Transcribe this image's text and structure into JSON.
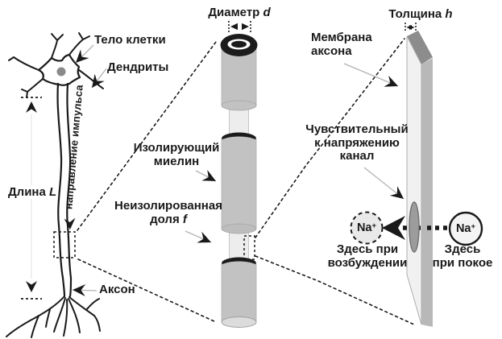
{
  "figure": {
    "title_semantics": "myelinated axon diagram (Russian)",
    "neuron": {
      "cell_body_label": "Тело клетки",
      "dendrites_label": "Дендриты",
      "length_label": "Длина ",
      "length_var": "L",
      "impulse_direction_label": "направление импульса",
      "axon_label": "Аксон"
    },
    "myelin": {
      "diameter_label": "Диаметр ",
      "diameter_var": "d",
      "insulating_line1": "Изолирующий",
      "insulating_line2": "миелин",
      "uninsulated_line1": "Неизолированная",
      "uninsulated_line2": "доля ",
      "uninsulated_var": "f"
    },
    "membrane": {
      "thickness_label": "Толщина ",
      "thickness_var": "h",
      "membrane_line1": "Мембрана",
      "membrane_line2": "аксона",
      "channel_line1": "Чувствительный",
      "channel_line2": "к напряжению",
      "channel_line3": "канал",
      "na_symbol": "Na",
      "na_charge": "+",
      "excited_line1": "Здесь при",
      "excited_line2": "возбуждении",
      "rest_line1": "Здесь",
      "rest_line2": "при покое"
    },
    "colors": {
      "ink": "#1a1a1a",
      "leader": "#b3b3b3",
      "myelin-gray": "#c2c2c2",
      "myelin-rim": "#1c1c1c",
      "axon-core": "#ededed",
      "slab-front": "#f1f1f1",
      "slab-side": "#b8b8b8",
      "slab-top": "#8c8c8c",
      "channel-gray": "#9c9c9c",
      "na-left-fill": "#e9e9e9",
      "na-right-fill": "#f4f4f4",
      "nucleus": "#8a8a8a"
    }
  }
}
